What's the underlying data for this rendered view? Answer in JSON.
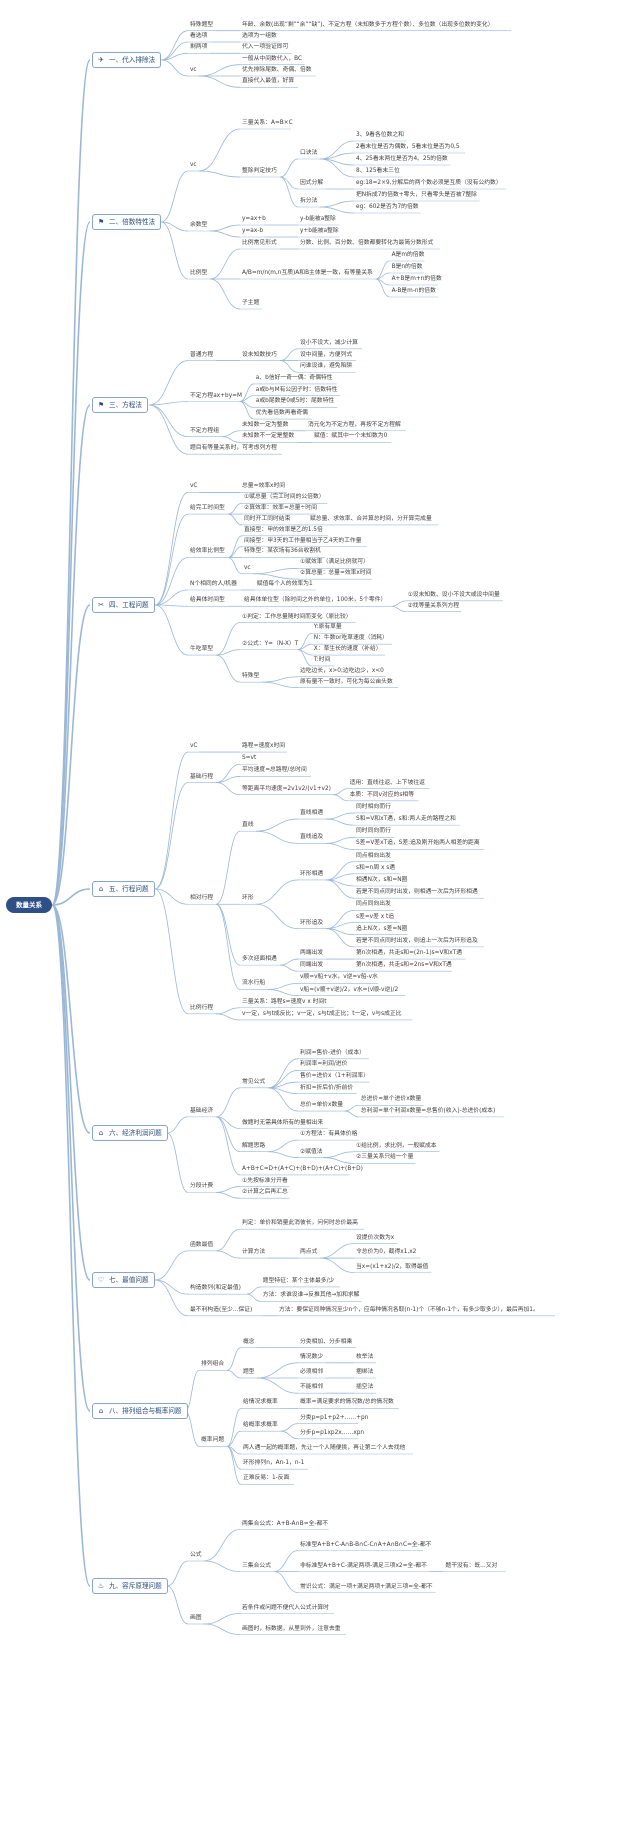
{
  "root": "数量关系",
  "colors": {
    "root": "#2f4f86",
    "line": "#9bb7d6",
    "text": "#3d3d3d",
    "section_border": "#8aa5c8"
  },
  "sections": [
    {
      "title": "一、代入排除法",
      "icon": "paper-plane-icon",
      "children": [
        {
          "label": "特殊题型",
          "children": [
            {
              "label": "年龄、余数(出现“剩”“余”“缺”)、不定方程（未知数多于方程个数）、多位数（出现多位数的变化）"
            }
          ]
        },
        {
          "label": "看选项",
          "children": [
            {
              "label": "选项为一组数"
            }
          ]
        },
        {
          "label": "剩两项",
          "children": [
            {
              "label": "代入一项验证即可"
            }
          ]
        },
        {
          "label": "vc",
          "children": [
            {
              "label": "一般从中间数代入，BC"
            },
            {
              "label": "优先排除尾数、奇偶、倍数"
            },
            {
              "label": "直接代入最值，好算"
            }
          ]
        }
      ]
    },
    {
      "title": "二、倍数特性法",
      "icon": "flag-icon",
      "children": [
        {
          "label": "vc",
          "children": [
            {
              "label": "三量关系：A=B×C"
            },
            {
              "label": "整除判定技巧",
              "children": [
                {
                  "label": "口诀法",
                  "children": [
                    {
                      "label": "3、9看各位数之和"
                    },
                    {
                      "label": "2看末位是否为偶数，5看末位是否为0,5"
                    },
                    {
                      "label": "4、25看末两位是否为4、25的倍数"
                    },
                    {
                      "label": "8、125看末三位"
                    }
                  ]
                },
                {
                  "label": "因式分解",
                  "children": [
                    {
                      "label": "eg:18=2×9,分解后的两个数必须是互质（没有公约数）"
                    }
                  ]
                },
                {
                  "label": "拆分法",
                  "children": [
                    {
                      "label": "把N拆成7的倍数+零头，只看零头是否被7整除"
                    },
                    {
                      "label": "eg：602是否为7的倍数"
                    }
                  ]
                }
              ]
            }
          ]
        },
        {
          "label": "余数型",
          "children": [
            {
              "label": "y=ax+b",
              "children": [
                {
                  "label": "y-b能被a整除"
                }
              ]
            },
            {
              "label": "y=ax-b",
              "children": [
                {
                  "label": "y+b能被a整除"
                }
              ]
            }
          ]
        },
        {
          "label": "比例型",
          "children": [
            {
              "label": "比例常见形式",
              "children": [
                {
                  "label": "分数、比例、百分数、倍数都要转化为最简分数形式"
                }
              ]
            },
            {
              "label": "A/B=m/n(m,n互质)A和B主体是一致，有等量关系",
              "children": [
                {
                  "label": "A是m的倍数"
                },
                {
                  "label": "B是n的倍数"
                },
                {
                  "label": "A+B是m+n的倍数"
                },
                {
                  "label": "A-B是m-n的倍数"
                }
              ]
            },
            {
              "label": "子主题"
            }
          ]
        }
      ]
    },
    {
      "title": "三、方程法",
      "icon": "flag-icon",
      "children": [
        {
          "label": "普通方程",
          "children": [
            {
              "label": "设未知数技巧",
              "children": [
                {
                  "label": "设小不设大，减少计算"
                },
                {
                  "label": "设中间量，方便列式"
                },
                {
                  "label": "问谁设谁，避免陷阱"
                }
              ]
            }
          ]
        },
        {
          "label": "不定方程ax+by=M",
          "children": [
            {
              "label": "a、b信好一奇一偶：奇偶特性"
            },
            {
              "label": "a或b与M有公因子时：倍数特性"
            },
            {
              "label": "a或b尾数是0或5时：尾数特性"
            },
            {
              "label": "优先看倍数再看奇偶"
            }
          ]
        },
        {
          "label": "不定方程组",
          "children": [
            {
              "label": "未知数一定为整数",
              "children": [
                {
                  "label": "消元化为不定方程，再按不定方程解"
                }
              ]
            },
            {
              "label": "未知数不一定是整数",
              "children": [
                {
                  "label": "赋值：赋其中一个未知数为0"
                }
              ]
            }
          ]
        },
        {
          "label": "题目有等量关系时，可考虑列方程"
        }
      ]
    },
    {
      "title": "四、工程问题",
      "icon": "tools-icon",
      "children": [
        {
          "label": "vC",
          "children": [
            {
              "label": "总量=效率x时间"
            }
          ]
        },
        {
          "label": "给完工时间型",
          "children": [
            {
              "label": "①赋总量（完工时间的公倍数）"
            },
            {
              "label": "②算效率：效率=总量÷时间"
            },
            {
              "label": "同时开工同时结束",
              "children": [
                {
                  "label": "赋总量、求效率、合并算总时间，分开算完成量"
                }
              ]
            }
          ]
        },
        {
          "label": "给效率比例型",
          "children": [
            {
              "label": "直接型：甲的效率是乙的1.5倍"
            },
            {
              "label": "间接型：甲3天的工作量相当于乙4天的工作量"
            },
            {
              "label": "特殊型：某农场有36台收割机"
            },
            {
              "label": "vc",
              "children": [
                {
                  "label": "①赋效率（满足比例就可）"
                },
                {
                  "label": "②算总量：总量=效率x时间"
                }
              ]
            }
          ]
        },
        {
          "label": "N个相同的人/机器",
          "children": [
            {
              "label": "赋值每个人的效率为1"
            }
          ]
        },
        {
          "label": "给具体时间型",
          "children": [
            {
              "label": "给具体单位型（除时间之外的单位，100米，5个零件）",
              "children": [
                {
                  "label": "①设未知数、设小不设大或设中间量"
                },
                {
                  "label": "②找等量关系列方程"
                }
              ]
            }
          ]
        },
        {
          "label": "牛吃草型",
          "children": [
            {
              "label": "①判定：工作总量随时间而变化（原比较）"
            },
            {
              "label": "②公式：Y=（N-X）T",
              "children": [
                {
                  "label": "Y:原有草量"
                },
                {
                  "label": "N：牛数or吃草速度（消耗）"
                },
                {
                  "label": "X：草生长的速度（补给）"
                },
                {
                  "label": "T:时间"
                }
              ]
            },
            {
              "label": "特殊型",
              "children": [
                {
                  "label": "边吃边长，x>0;边吃边少，x<0"
                },
                {
                  "label": "原有量不一致时，可化为每公亩头数"
                }
              ]
            }
          ]
        }
      ]
    },
    {
      "title": "五、行程问题",
      "icon": "home-icon",
      "children": [
        {
          "label": "vC",
          "children": [
            {
              "label": "路程=速度x时间"
            }
          ]
        },
        {
          "label": "基础行程",
          "children": [
            {
              "label": "S=vt"
            },
            {
              "label": "平均速度=总路程/总时间"
            },
            {
              "label": "等距离平均速度=2v1v2/(v1+v2)",
              "children": [
                {
                  "label": "适用：直线往返、上下坡往返"
                },
                {
                  "label": "本质：不同v对应的s相等"
                }
              ]
            }
          ]
        },
        {
          "label": "相对行程",
          "children": [
            {
              "label": "直线",
              "children": [
                {
                  "label": "直线相遇",
                  "children": [
                    {
                      "label": "同时相向而行"
                    },
                    {
                      "label": "S和=V和xT遇，s和:两人走的路程之和"
                    }
                  ]
                },
                {
                  "label": "直线追及",
                  "children": [
                    {
                      "label": "同时同向而行"
                    },
                    {
                      "label": "S差=V差xT追，S差:追及刚开始两人相差的距离"
                    }
                  ]
                }
              ]
            },
            {
              "label": "环形",
              "children": [
                {
                  "label": "环形相遇",
                  "children": [
                    {
                      "label": "同点相向出发"
                    },
                    {
                      "label": "s和=n周 x s遇"
                    },
                    {
                      "label": "相遇N次，s和=N圈"
                    },
                    {
                      "label": "若是不同点同时出发，则相遇一次后为环形相遇"
                    }
                  ]
                },
                {
                  "label": "环形追及",
                  "children": [
                    {
                      "label": "同点同向出发"
                    },
                    {
                      "label": "s差=v差 x t追"
                    },
                    {
                      "label": "追上N次，s差=N圈"
                    },
                    {
                      "label": "若是不同点同时出发，则追上一次后为环形追及"
                    }
                  ]
                }
              ]
            },
            {
              "label": "多次迎面相遇",
              "children": [
                {
                  "label": "两端出发",
                  "children": [
                    {
                      "label": "第n次相遇，共走s和=(2n-1)s=V和xT遇"
                    }
                  ]
                },
                {
                  "label": "同端出发",
                  "children": [
                    {
                      "label": "第n次相遇，共走s和=2ns=V和xT遇"
                    }
                  ]
                }
              ]
            },
            {
              "label": "流水行船",
              "children": [
                {
                  "label": "v顺=v船+v水，v逆=v船-v水"
                },
                {
                  "label": "v船=(v顺+v逆)/2，v水=(v顺-v逆)/2"
                }
              ]
            }
          ]
        },
        {
          "label": "比例行程",
          "children": [
            {
              "label": "三量关系：路程s=速度v x 时间t"
            },
            {
              "label": "v一定，s与t成反比；v一定，s与t成正比；t一定，v与s成正比"
            }
          ]
        }
      ]
    },
    {
      "title": "六、经济利润问题",
      "icon": "home-icon",
      "children": [
        {
          "label": "基础经济",
          "children": [
            {
              "label": "常见公式",
              "children": [
                {
                  "label": "利润=售价-进价（成本）"
                },
                {
                  "label": "利润率=利润/进价"
                },
                {
                  "label": "售价=进价x（1+利润率）"
                },
                {
                  "label": "折扣=折后价/折前价"
                },
                {
                  "label": "总价=单价x数量",
                  "children": [
                    {
                      "label": "总进价=单个进价x数量"
                    },
                    {
                      "label": "总利润=单个利润x数量=总售价(收入)-总进价(成本)"
                    }
                  ]
                }
              ]
            },
            {
              "label": "做题时无需具体所有的量相出来"
            },
            {
              "label": "解题思路",
              "children": [
                {
                  "label": "①方程法：有具体价格"
                },
                {
                  "label": "②赋值法",
                  "children": [
                    {
                      "label": "①给比例，求比例，一般赋成本"
                    },
                    {
                      "label": "②三量关系只给一个量"
                    }
                  ]
                }
              ]
            },
            {
              "label": "A+B+C=D+(A+C)+(B+D)+(A+C)+(B+D)"
            }
          ]
        },
        {
          "label": "分段计费",
          "children": [
            {
              "label": "①先按标准分开看"
            },
            {
              "label": "②计算之后再汇总"
            }
          ]
        }
      ]
    },
    {
      "title": "七、最值问题",
      "icon": "heart-icon",
      "children": [
        {
          "label": "函数最值",
          "children": [
            {
              "label": "判定：单价和销量此消彼长，问何时总价最高"
            },
            {
              "label": "计算方法",
              "children": [
                {
                  "label": "两点式",
                  "children": [
                    {
                      "label": "设提价次数为x"
                    },
                    {
                      "label": "令总价为0，截得x1,x2"
                    },
                    {
                      "label": "当x=(x1+x2)/2，取得最值"
                    }
                  ]
                }
              ]
            }
          ]
        },
        {
          "label": "构造数列(和定最值)",
          "children": [
            {
              "label": "题型特征：某个主体最多/少"
            },
            {
              "label": "方法：求谁设谁→反推其他→加和求解"
            }
          ]
        },
        {
          "label": "最不利构造(至少...保证)",
          "children": [
            {
              "label": "方法：要保证同种情况至少n个，应每种情况各取(n-1)个（不够n-1个，有多少取多少），最后再加1。"
            }
          ]
        }
      ]
    },
    {
      "title": "八、排列组合与概率问题",
      "icon": "home-icon",
      "children": [
        {
          "label": "排列组合",
          "children": [
            {
              "label": "概念",
              "children": [
                {
                  "label": "分类相加、分步相乘"
                }
              ]
            },
            {
              "label": "题型",
              "children": [
                {
                  "label": "情况数少",
                  "children": [
                    {
                      "label": "枚举法"
                    }
                  ]
                },
                {
                  "label": "必须相邻",
                  "children": [
                    {
                      "label": "捆绑法"
                    }
                  ]
                },
                {
                  "label": "不能相邻",
                  "children": [
                    {
                      "label": "插空法"
                    }
                  ]
                }
              ]
            }
          ]
        },
        {
          "label": "概率问题",
          "children": [
            {
              "label": "给情况求概率",
              "children": [
                {
                  "label": "概率=满足要求的情况数/总的情况数"
                }
              ]
            },
            {
              "label": "给概率求概率",
              "children": [
                {
                  "label": "分类p=p1+p2+……+pn"
                },
                {
                  "label": "分步p=p1xp2x……xpn"
                }
              ]
            },
            {
              "label": "两人遇一起的概率题，先让一个人随便挑，再让第二个人去找他"
            },
            {
              "label": "环形排列n，An-1，n-1"
            },
            {
              "label": "正难反易：1-反面"
            }
          ]
        }
      ]
    },
    {
      "title": "九、容斥原理问题",
      "icon": "flame-icon",
      "children": [
        {
          "label": "公式",
          "children": [
            {
              "label": "两集合公式：A+B-A∩B=全-都不"
            },
            {
              "label": "三集合公式",
              "children": [
                {
                  "label": "标准型A+B+C-A∩B-B∩C-C∩A+A∩B∩C=全-都不"
                },
                {
                  "label": "非标准型A+B+C-满足两项-满足三项x2=全-都不",
                  "children": [
                    {
                      "label": "题干没有：既...又对"
                    }
                  ]
                },
                {
                  "label": "常识公式：满足一项+满足两项+满足三项=全-都不"
                }
              ]
            }
          ]
        },
        {
          "label": "画图",
          "children": [
            {
              "label": "若条件或问题不便代入公式计算时"
            },
            {
              "label": "画图时，标数据，从里到外，注意去重"
            }
          ]
        }
      ]
    }
  ]
}
